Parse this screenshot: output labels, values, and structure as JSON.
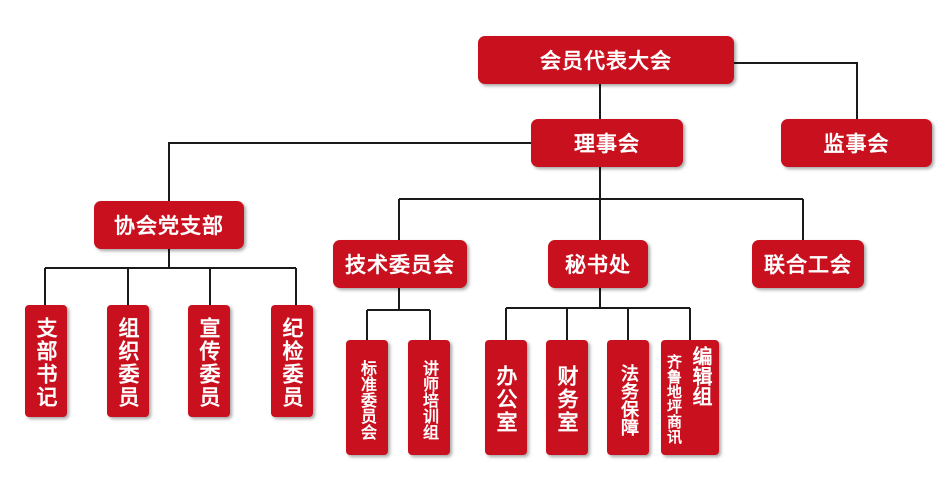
{
  "org_chart": {
    "top": "会员代表大会",
    "board": "理事会",
    "supervisory": "监事会",
    "party_branch": {
      "label": "协会党支部",
      "children": [
        "支部书记",
        "组织委员",
        "宣传委员",
        "纪检委员"
      ]
    },
    "technical_committee": {
      "label": "技术委员会",
      "children": [
        "标准委员会",
        "讲师培训组"
      ]
    },
    "secretariat": {
      "label": "秘书处",
      "children": [
        "办公室",
        "财务室",
        "法务保障"
      ],
      "editorial": {
        "label": "编辑组",
        "sublabel": "齐鲁地坪商讯"
      }
    },
    "union": "联合工会"
  },
  "colors": {
    "node_fill": "#c8101e",
    "node_text": "#ffffff",
    "connector": "#1a1a1a"
  }
}
